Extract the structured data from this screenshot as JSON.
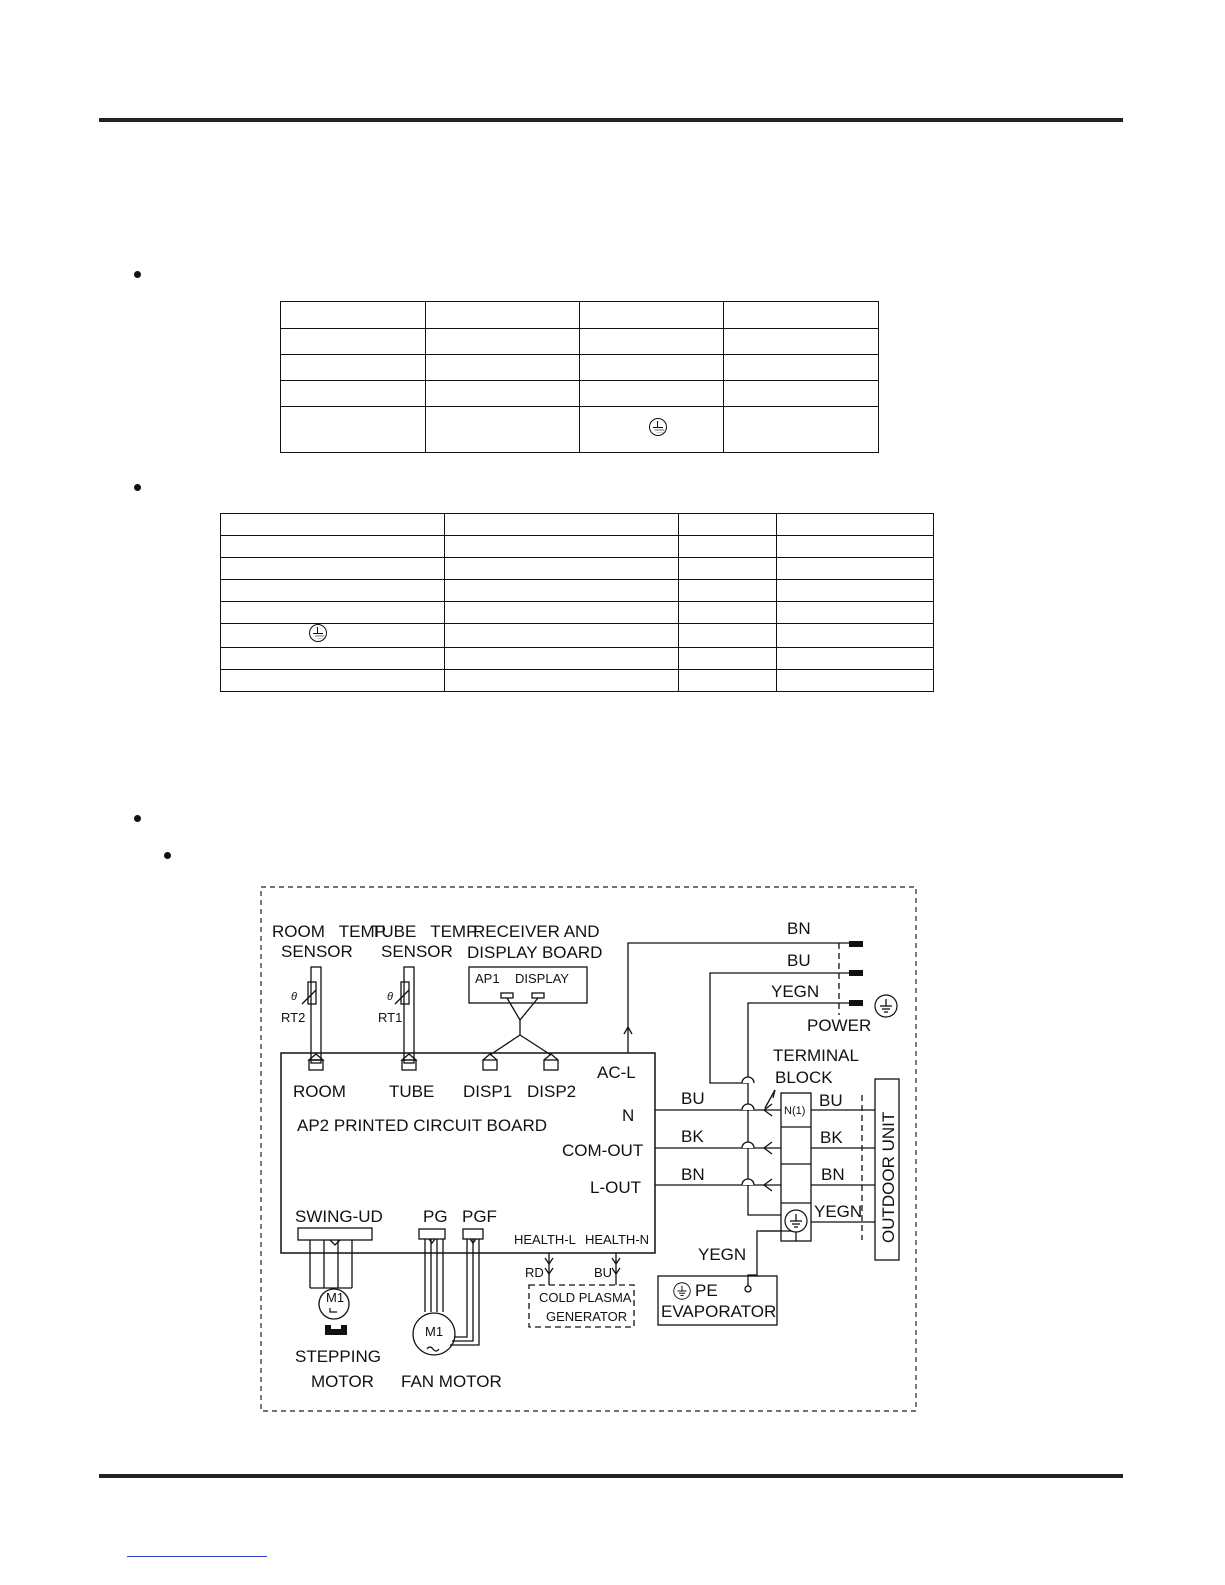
{
  "labels": {
    "room_temp_sensor_1": "ROOM   TEMP.",
    "room_temp_sensor_2": "SENSOR",
    "tube_temp_sensor_1": "TUBE   TEMP.",
    "tube_temp_sensor_2": "SENSOR",
    "receiver_1": "RECEIVER AND",
    "receiver_2": "DISPLAY BOARD",
    "ap1": "AP1",
    "display": "DISPLAY",
    "rt2": "RT2",
    "rt1": "RT1",
    "theta_1": "θ",
    "theta_2": "θ",
    "room": "ROOM",
    "tube": "TUBE",
    "disp1": "DISP1",
    "disp2": "DISP2",
    "ac_l": "AC-L",
    "n": "N",
    "com_out": "COM-OUT",
    "l_out": "L-OUT",
    "pcb": "AP2 PRINTED CIRCUIT BOARD",
    "swing_ud": "SWING-UD",
    "pg": "PG",
    "pgf": "PGF",
    "health_l": "HEALTH-L",
    "health_n": "HEALTH-N",
    "rd": "RD",
    "bu_small": "BU",
    "cold_plasma_1": "COLD PLASMA",
    "cold_plasma_2": "GENERATOR",
    "m1_step": "M1",
    "m1_fan": "M1",
    "stepping_1": "STEPPING",
    "stepping_2": "MOTOR",
    "fan_motor": "FAN MOTOR",
    "bn_top": "BN",
    "bu_top": "BU",
    "yegn_top": "YEGN",
    "power": "POWER",
    "terminal_1": "TERMINAL",
    "terminal_2": "BLOCK",
    "bu_n": "BU",
    "bk_com": "BK",
    "bn_lout": "BN",
    "n1": "N(1)",
    "bu_out": "BU",
    "bk_out": "BK",
    "bn_out": "BN",
    "yegn_out": "YEGN",
    "outdoor_unit": "OUTDOOR UNIT",
    "yegn_pe": "YEGN",
    "pe": "PE",
    "evaporator": "EVAPORATOR"
  }
}
